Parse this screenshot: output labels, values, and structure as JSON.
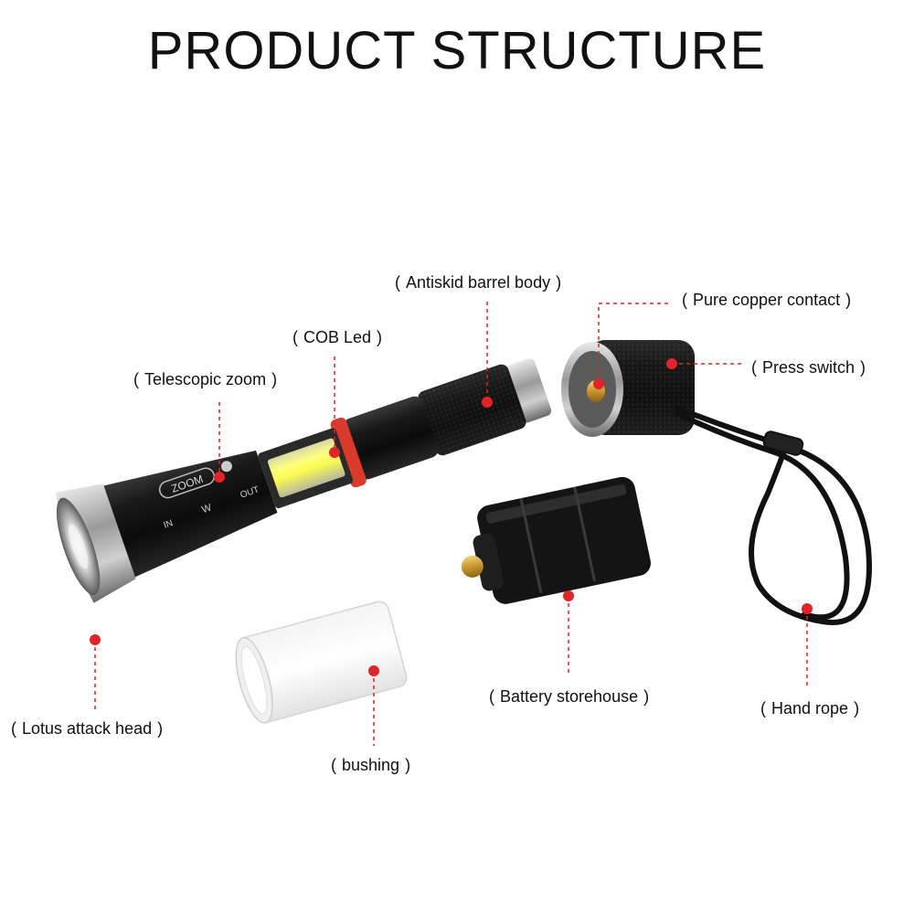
{
  "title": "PRODUCT STRUCTURE",
  "accent_color": "#e0242a",
  "leader_line_style": "red dashed",
  "parts": [
    {
      "id": "antiskid-barrel-body",
      "label": "Antiskid barrel body"
    },
    {
      "id": "pure-copper-contact",
      "label": "Pure copper contact"
    },
    {
      "id": "cob-led",
      "label": "COB Led"
    },
    {
      "id": "press-switch",
      "label": "Press switch"
    },
    {
      "id": "telescopic-zoom",
      "label": "Telescopic zoom"
    },
    {
      "id": "battery-storehouse",
      "label": "Battery storehouse"
    },
    {
      "id": "hand-rope",
      "label": "Hand rope"
    },
    {
      "id": "lotus-attack-head",
      "label": "Lotus attack head"
    },
    {
      "id": "bushing",
      "label": "bushing"
    }
  ],
  "product_markings": {
    "zoom": "ZOOM",
    "in": "IN",
    "out": "OUT",
    "logo": "W"
  }
}
